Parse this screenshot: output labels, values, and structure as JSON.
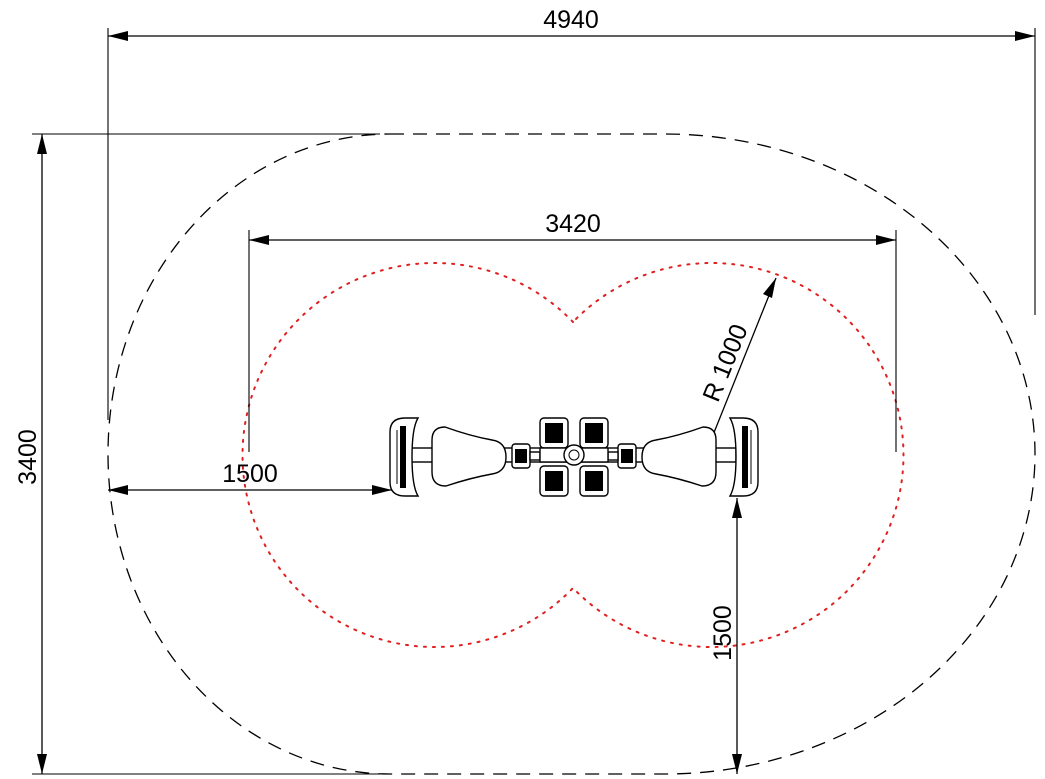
{
  "dimensions": {
    "overall_width": "4940",
    "overall_height": "3400",
    "fall_zone_width": "3420",
    "left_offset": "1500",
    "bottom_offset": "1500",
    "radius": "R 1000"
  },
  "colors": {
    "line": "#000000",
    "fall_zone": "#e02020",
    "background": "#ffffff"
  }
}
